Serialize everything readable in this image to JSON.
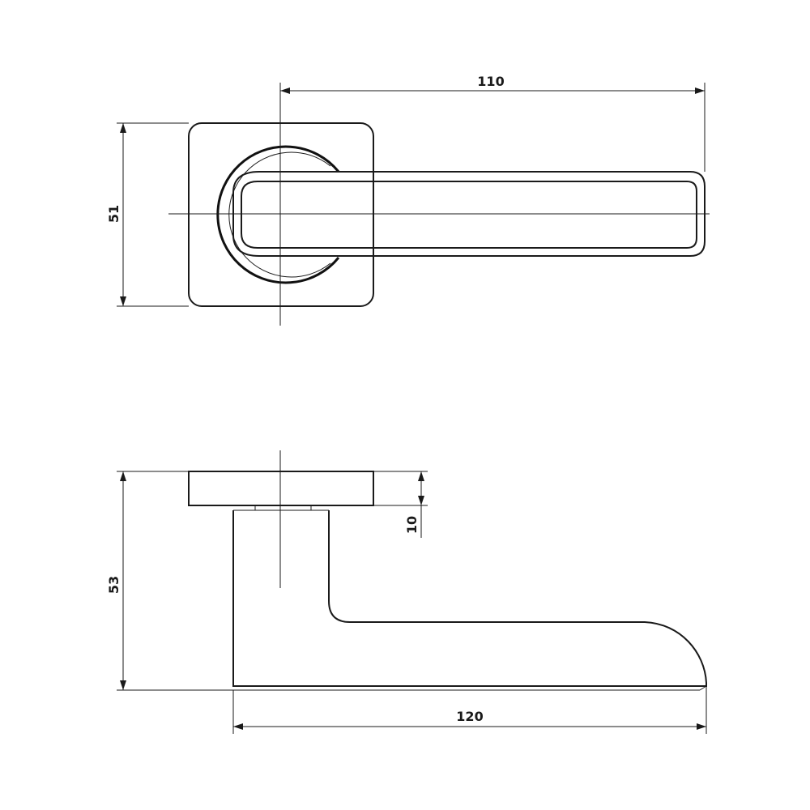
{
  "drawing": {
    "top_view": {
      "width_dimension": "110",
      "height_dimension": "51"
    },
    "side_view": {
      "rose_thickness_dimension": "10",
      "height_dimension": "53",
      "length_dimension": "120"
    }
  },
  "colors": {
    "line": "#1a1a1a",
    "background": "#ffffff"
  }
}
